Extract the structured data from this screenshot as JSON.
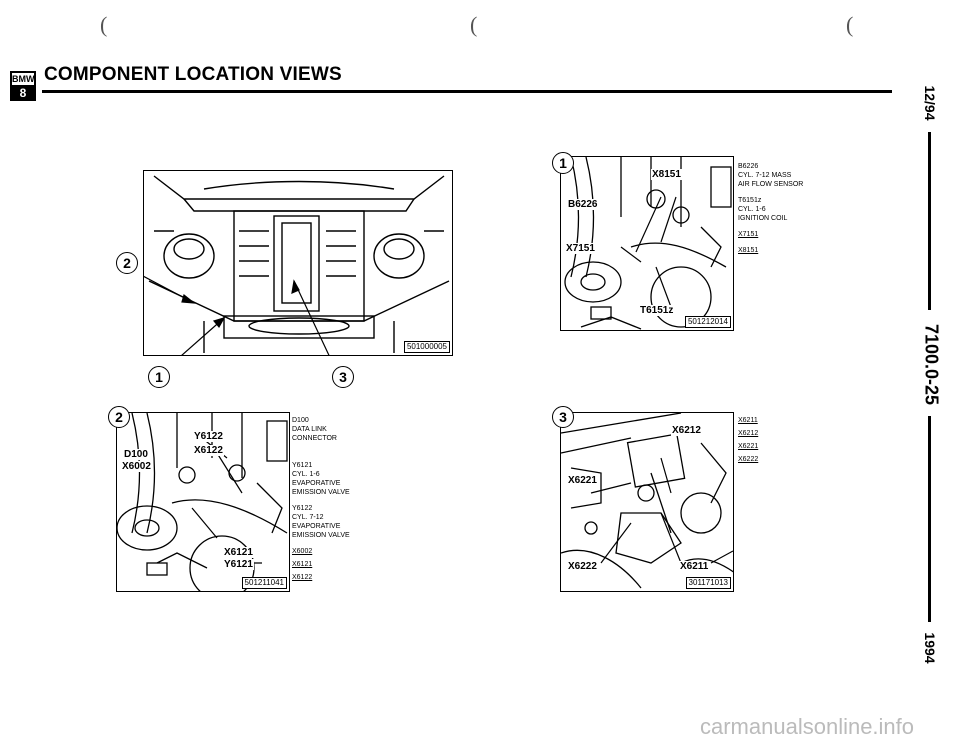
{
  "header": {
    "logo_top": "BMW",
    "logo_bottom": "8",
    "title": "COMPONENT LOCATION VIEWS"
  },
  "side": {
    "date": "12/94",
    "page_code": "7100.0-25",
    "year": "1994"
  },
  "figures": {
    "overview": {
      "code": "501000005",
      "callouts": [
        "2",
        "1",
        "3"
      ]
    },
    "view1": {
      "callout": "1",
      "code": "501212014",
      "labels": [
        "X8151",
        "B6226",
        "X7151",
        "T6151z"
      ],
      "legend": [
        {
          "text": "B6226",
          "underline": false
        },
        {
          "text": "CYL. 7-12 MASS",
          "underline": false
        },
        {
          "text": "AIR FLOW SENSOR",
          "underline": false
        },
        {
          "text": "T6151z",
          "underline": false
        },
        {
          "text": "CYL. 1-6",
          "underline": false
        },
        {
          "text": "IGNITION COIL",
          "underline": false
        },
        {
          "text": "X7151",
          "underline": true
        },
        {
          "text": "X8151",
          "underline": true
        }
      ]
    },
    "view2": {
      "callout": "2",
      "code": "501211041",
      "labels": [
        "Y6122",
        "X6122",
        "D100",
        "X6002",
        "X6121",
        "Y6121"
      ],
      "legend": [
        {
          "text": "D100",
          "underline": false
        },
        {
          "text": "DATA LINK",
          "underline": false
        },
        {
          "text": "CONNECTOR",
          "underline": false
        },
        {
          "text": "Y6121",
          "underline": false
        },
        {
          "text": "CYL. 1-6",
          "underline": false
        },
        {
          "text": "EVAPORATIVE",
          "underline": false
        },
        {
          "text": "EMISSION VALVE",
          "underline": false
        },
        {
          "text": "Y6122",
          "underline": false
        },
        {
          "text": "CYL. 7-12",
          "underline": false
        },
        {
          "text": "EVAPORATIVE",
          "underline": false
        },
        {
          "text": "EMISSION VALVE",
          "underline": false
        },
        {
          "text": "X6002",
          "underline": true
        },
        {
          "text": "X6121",
          "underline": true
        },
        {
          "text": "X6122",
          "underline": true
        }
      ]
    },
    "view3": {
      "callout": "3",
      "code": "301171013",
      "labels": [
        "X6212",
        "X6221",
        "X6222",
        "X6211"
      ],
      "legend": [
        {
          "text": "X6211",
          "underline": true
        },
        {
          "text": "X6212",
          "underline": true
        },
        {
          "text": "X6221",
          "underline": true
        },
        {
          "text": "X6222",
          "underline": true
        }
      ]
    }
  },
  "watermark": "carmanualsonline.info"
}
